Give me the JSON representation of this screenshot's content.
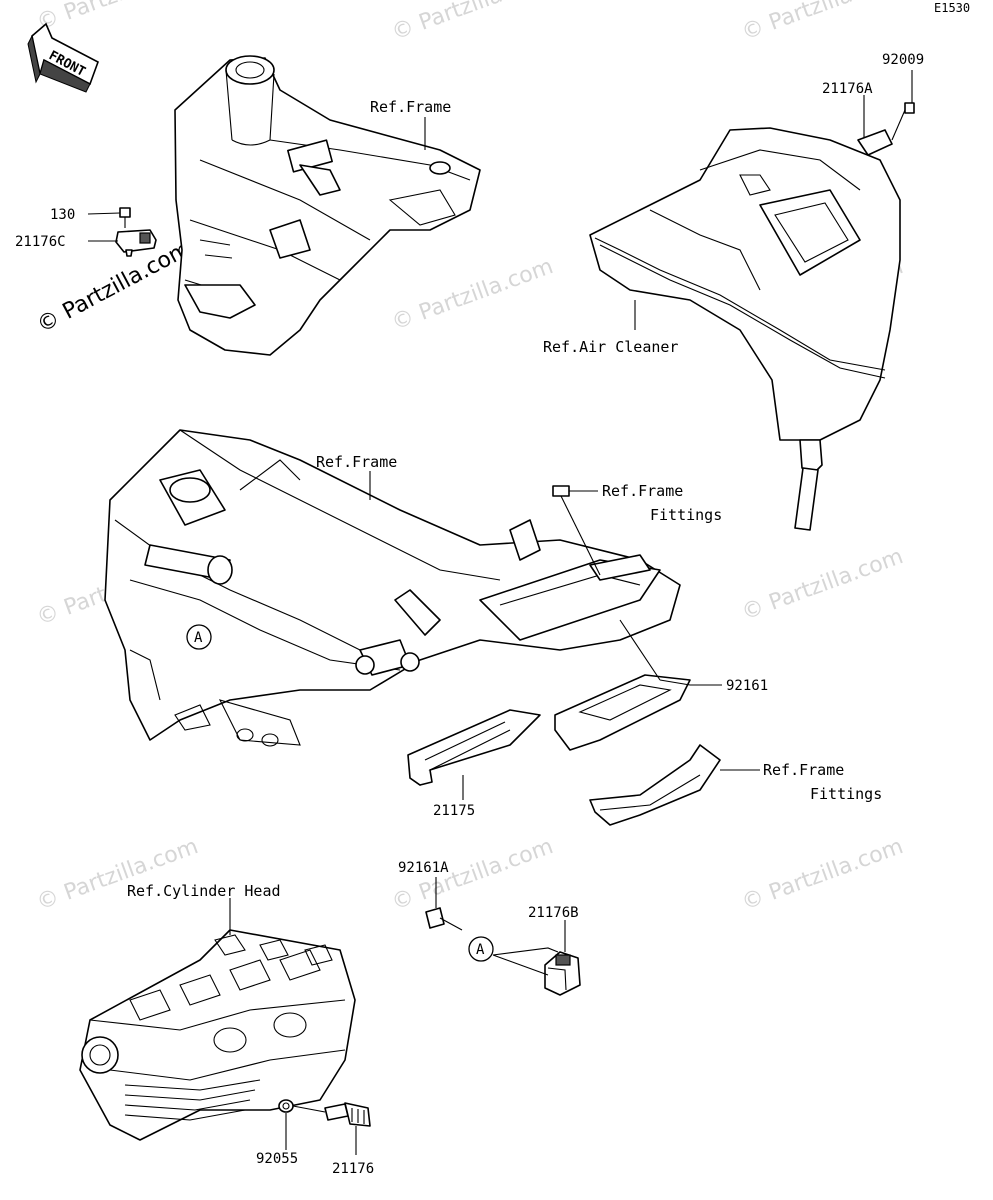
{
  "diagram_code": "E1530",
  "front_label": "FRONT",
  "watermark": "© Partzilla.com",
  "callout_a": "A",
  "part_numbers": {
    "p92009": "92009",
    "p21176A": "21176A",
    "p130": "130",
    "p21176C": "21176C",
    "p92161": "92161",
    "p21175": "21175",
    "p92161A": "92161A",
    "p21176B": "21176B",
    "p92055": "92055",
    "p21176": "21176"
  },
  "refs": {
    "frame_top": "Ref.Frame",
    "air_cleaner": "Ref.Air Cleaner",
    "frame_mid": "Ref.Frame",
    "frame_fittings_1_line1": "Ref.Frame",
    "frame_fittings_1_line2": "Fittings",
    "frame_fittings_2_line1": "Ref.Frame",
    "frame_fittings_2_line2": "Fittings",
    "cylinder_head": "Ref.Cylinder Head"
  }
}
